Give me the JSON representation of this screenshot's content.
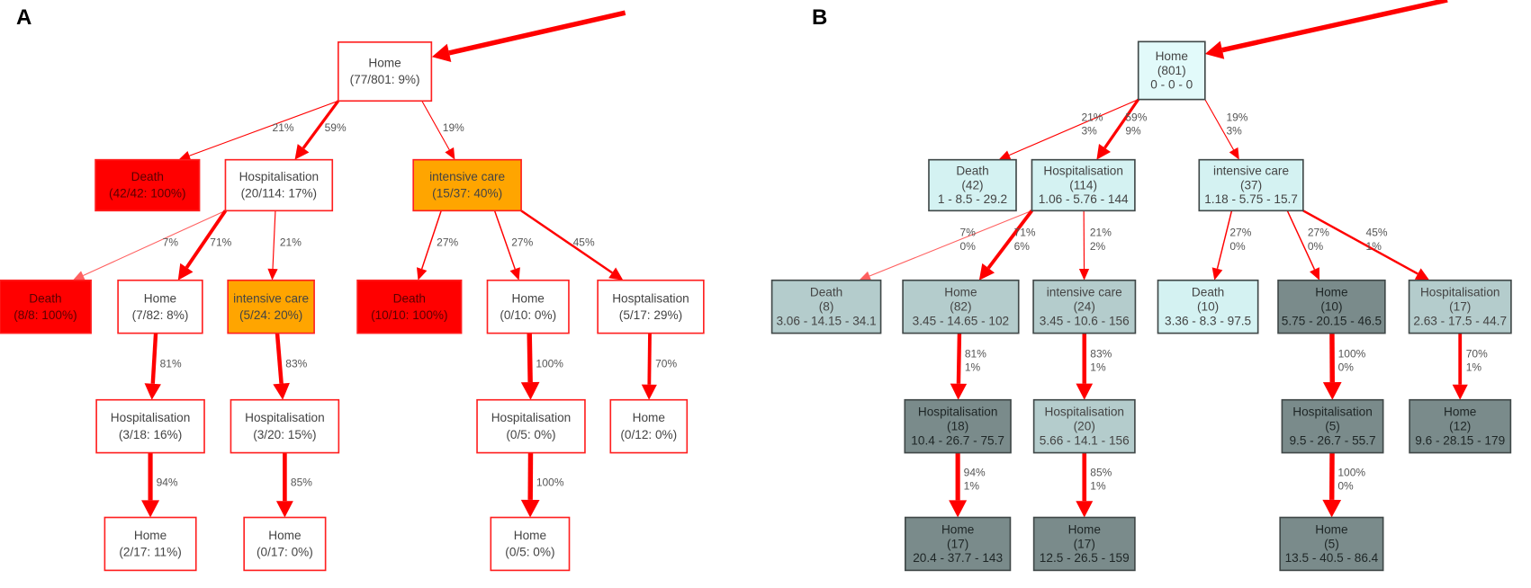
{
  "panels": [
    {
      "label": "A",
      "node_border": "#ff2020",
      "nodes": [
        {
          "id": "A0",
          "lines": [
            "Home",
            "(77/801: 9%)"
          ],
          "fill": "#ffffff"
        },
        {
          "id": "A1",
          "lines": [
            "Death",
            "(42/42: 100%)"
          ],
          "fill": "#ff0000"
        },
        {
          "id": "A2",
          "lines": [
            "Hospitalisation",
            "(20/114: 17%)"
          ],
          "fill": "#ffffff"
        },
        {
          "id": "A3",
          "lines": [
            "intensive care",
            "(15/37: 40%)"
          ],
          "fill": "#ffa500"
        },
        {
          "id": "A4",
          "lines": [
            "Death",
            "(8/8: 100%)"
          ],
          "fill": "#ff0000"
        },
        {
          "id": "A5",
          "lines": [
            "Home",
            "(7/82: 8%)"
          ],
          "fill": "#ffffff"
        },
        {
          "id": "A6",
          "lines": [
            "intensive care",
            "(5/24: 20%)"
          ],
          "fill": "#ffa500"
        },
        {
          "id": "A7",
          "lines": [
            "Death",
            "(10/10: 100%)"
          ],
          "fill": "#ff0000"
        },
        {
          "id": "A8",
          "lines": [
            "Home",
            "(0/10: 0%)"
          ],
          "fill": "#ffffff"
        },
        {
          "id": "A9",
          "lines": [
            "Hosptalisation",
            "(5/17: 29%)"
          ],
          "fill": "#ffffff"
        },
        {
          "id": "A10",
          "lines": [
            "Hospitalisation",
            "(3/18: 16%)"
          ],
          "fill": "#ffffff"
        },
        {
          "id": "A11",
          "lines": [
            "Hospitalisation",
            "(3/20: 15%)"
          ],
          "fill": "#ffffff"
        },
        {
          "id": "A12",
          "lines": [
            "Hospitalisation",
            "(0/5: 0%)"
          ],
          "fill": "#ffffff"
        },
        {
          "id": "A13",
          "lines": [
            "Home",
            "(0/12: 0%)"
          ],
          "fill": "#ffffff"
        },
        {
          "id": "A14",
          "lines": [
            "Home",
            "(2/17: 11%)"
          ],
          "fill": "#ffffff"
        },
        {
          "id": "A15",
          "lines": [
            "Home",
            "(0/17: 0%)"
          ],
          "fill": "#ffffff"
        },
        {
          "id": "A16",
          "lines": [
            "Home",
            "(0/5: 0%)"
          ],
          "fill": "#ffffff"
        }
      ],
      "edges": [
        {
          "from": "A0",
          "to": "A1",
          "pct": 21,
          "label": [
            "21%"
          ]
        },
        {
          "from": "A0",
          "to": "A2",
          "pct": 59,
          "label": [
            "59%"
          ]
        },
        {
          "from": "A0",
          "to": "A3",
          "pct": 19,
          "label": [
            "19%"
          ]
        },
        {
          "from": "A2",
          "to": "A4",
          "pct": 7,
          "label": [
            "7%"
          ]
        },
        {
          "from": "A2",
          "to": "A5",
          "pct": 71,
          "label": [
            "71%"
          ]
        },
        {
          "from": "A2",
          "to": "A6",
          "pct": 21,
          "label": [
            "21%"
          ]
        },
        {
          "from": "A3",
          "to": "A7",
          "pct": 27,
          "label": [
            "27%"
          ]
        },
        {
          "from": "A3",
          "to": "A8",
          "pct": 27,
          "label": [
            "27%"
          ]
        },
        {
          "from": "A3",
          "to": "A9",
          "pct": 45,
          "label": [
            "45%"
          ]
        },
        {
          "from": "A5",
          "to": "A10",
          "pct": 81,
          "label": [
            "81%"
          ]
        },
        {
          "from": "A6",
          "to": "A11",
          "pct": 83,
          "label": [
            "83%"
          ]
        },
        {
          "from": "A8",
          "to": "A12",
          "pct": 100,
          "label": [
            "100%"
          ]
        },
        {
          "from": "A9",
          "to": "A13",
          "pct": 70,
          "label": [
            "70%"
          ]
        },
        {
          "from": "A10",
          "to": "A14",
          "pct": 94,
          "label": [
            "94%"
          ]
        },
        {
          "from": "A11",
          "to": "A15",
          "pct": 85,
          "label": [
            "85%"
          ]
        },
        {
          "from": "A12",
          "to": "A16",
          "pct": 100,
          "label": [
            "100%"
          ]
        }
      ]
    },
    {
      "label": "B",
      "node_border": "#404848",
      "nodes": [
        {
          "id": "B0",
          "lines": [
            "Home",
            "(801)",
            "0 - 0 - 0"
          ],
          "fill": "#e2fafa"
        },
        {
          "id": "B1",
          "lines": [
            "Death",
            "(42)",
            "1 - 8.5 - 29.2"
          ],
          "fill": "#d4f2f2"
        },
        {
          "id": "B2",
          "lines": [
            "Hospitalisation",
            "(114)",
            "1.06 - 5.76 - 144"
          ],
          "fill": "#d4f2f2"
        },
        {
          "id": "B3",
          "lines": [
            "intensive care",
            "(37)",
            "1.18 - 5.75 - 15.7"
          ],
          "fill": "#d4f2f2"
        },
        {
          "id": "B4",
          "lines": [
            "Death",
            "(8)",
            "3.06 - 14.15 - 34.1"
          ],
          "fill": "#b4cccc"
        },
        {
          "id": "B5",
          "lines": [
            "Home",
            "(82)",
            "3.45 - 14.65 - 102"
          ],
          "fill": "#b4cccc"
        },
        {
          "id": "B6",
          "lines": [
            "intensive care",
            "(24)",
            "3.45 - 10.6 - 156"
          ],
          "fill": "#b4cccc"
        },
        {
          "id": "B7",
          "lines": [
            "Death",
            "(10)",
            "3.36 - 8.3 - 97.5"
          ],
          "fill": "#d4f2f2"
        },
        {
          "id": "B8",
          "lines": [
            "Home",
            "(10)",
            "5.75 - 20.15 - 46.5"
          ],
          "fill": "#7a8b8b"
        },
        {
          "id": "B9",
          "lines": [
            "Hospitalisation",
            "(17)",
            "2.63 - 17.5 - 44.7"
          ],
          "fill": "#b4cccc"
        },
        {
          "id": "B10",
          "lines": [
            "Hospitalisation",
            "(18)",
            "10.4 - 26.7 - 75.7"
          ],
          "fill": "#7a8b8b"
        },
        {
          "id": "B11",
          "lines": [
            "Hospitalisation",
            "(20)",
            "5.66 - 14.1 - 156"
          ],
          "fill": "#b4cccc"
        },
        {
          "id": "B12",
          "lines": [
            "Hospitalisation",
            "(5)",
            "9.5 - 26.7 - 55.7"
          ],
          "fill": "#7a8b8b"
        },
        {
          "id": "B13",
          "lines": [
            "Home",
            "(12)",
            "9.6 - 28.15 - 179"
          ],
          "fill": "#7a8b8b"
        },
        {
          "id": "B14",
          "lines": [
            "Home",
            "(17)",
            "20.4 - 37.7 - 143"
          ],
          "fill": "#7a8b8b"
        },
        {
          "id": "B15",
          "lines": [
            "Home",
            "(17)",
            "12.5 - 26.5 - 159"
          ],
          "fill": "#7a8b8b"
        },
        {
          "id": "B16",
          "lines": [
            "Home",
            "(5)",
            "13.5 - 40.5 - 86.4"
          ],
          "fill": "#7a8b8b"
        }
      ],
      "edges": [
        {
          "from": "B0",
          "to": "B1",
          "pct": 21,
          "label": [
            "21%",
            "3%"
          ]
        },
        {
          "from": "B0",
          "to": "B2",
          "pct": 59,
          "label": [
            "59%",
            "9%"
          ]
        },
        {
          "from": "B0",
          "to": "B3",
          "pct": 19,
          "label": [
            "19%",
            "3%"
          ]
        },
        {
          "from": "B2",
          "to": "B4",
          "pct": 7,
          "label": [
            "7%",
            "0%"
          ]
        },
        {
          "from": "B2",
          "to": "B5",
          "pct": 71,
          "label": [
            "71%",
            "6%"
          ]
        },
        {
          "from": "B2",
          "to": "B6",
          "pct": 21,
          "label": [
            "21%",
            "2%"
          ]
        },
        {
          "from": "B3",
          "to": "B7",
          "pct": 27,
          "label": [
            "27%",
            "0%"
          ]
        },
        {
          "from": "B3",
          "to": "B8",
          "pct": 27,
          "label": [
            "27%",
            "0%"
          ]
        },
        {
          "from": "B3",
          "to": "B9",
          "pct": 45,
          "label": [
            "45%",
            "1%"
          ]
        },
        {
          "from": "B5",
          "to": "B10",
          "pct": 81,
          "label": [
            "81%",
            "1%"
          ]
        },
        {
          "from": "B6",
          "to": "B11",
          "pct": 83,
          "label": [
            "83%",
            "1%"
          ]
        },
        {
          "from": "B8",
          "to": "B12",
          "pct": 100,
          "label": [
            "100%",
            "0%"
          ]
        },
        {
          "from": "B9",
          "to": "B13",
          "pct": 70,
          "label": [
            "70%",
            "1%"
          ]
        },
        {
          "from": "B10",
          "to": "B14",
          "pct": 94,
          "label": [
            "94%",
            "1%"
          ]
        },
        {
          "from": "B11",
          "to": "B15",
          "pct": 85,
          "label": [
            "85%",
            "1%"
          ]
        },
        {
          "from": "B12",
          "to": "B16",
          "pct": 100,
          "label": [
            "100%",
            "0%"
          ]
        }
      ]
    }
  ],
  "colors": {
    "edge": "#ff0000",
    "edge_light": "#ff6060"
  }
}
